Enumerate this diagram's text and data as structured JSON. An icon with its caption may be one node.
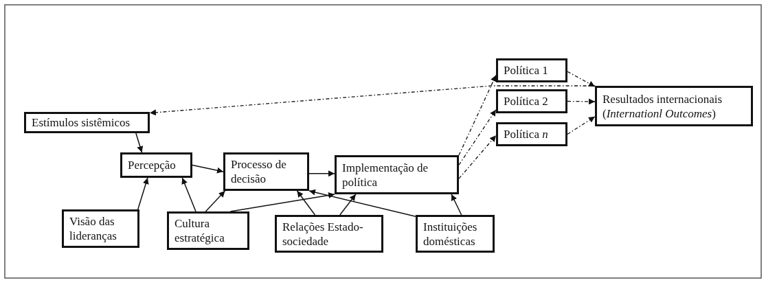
{
  "diagram": {
    "nodes": [
      {
        "text": [
          "Estímulos sistêmicos"
        ]
      },
      {
        "text": [
          "Percepção"
        ]
      },
      {
        "text": [
          "Processo de decisão"
        ]
      },
      {
        "text": [
          "Implementação de política"
        ]
      },
      {
        "text": [
          "Visão das lideranças"
        ]
      },
      {
        "text": [
          "Cultura estratégica"
        ]
      },
      {
        "text": [
          "Relações Estado-sociedade"
        ]
      },
      {
        "text": [
          "Instituições domésticas"
        ]
      },
      {
        "text": [
          "Política 1"
        ]
      },
      {
        "text": [
          "Política 2"
        ]
      },
      {
        "text": [
          "Política *n*"
        ]
      },
      {
        "text": [
          "Resultados internacionais (*Internationl Outcomes*)"
        ]
      }
    ],
    "edges": [
      {
        "from": 0,
        "to": 1,
        "arrow": "to"
      },
      {
        "from": 1,
        "to": 2,
        "arrow": "to"
      },
      {
        "from": 2,
        "to": 3,
        "arrow": "to"
      },
      {
        "from": 4,
        "to": 1,
        "arrow": "to"
      },
      {
        "from": 5,
        "to": 1,
        "arrow": "to"
      },
      {
        "from": 5,
        "to": 2,
        "arrow": "to"
      },
      {
        "from": 5,
        "to": 3,
        "arrow": "to"
      },
      {
        "from": 6,
        "to": 2,
        "arrow": "to"
      },
      {
        "from": 6,
        "to": 3,
        "arrow": "to"
      },
      {
        "from": 7,
        "to": 2,
        "arrow": "to"
      },
      {
        "from": 7,
        "to": 3,
        "arrow": "to"
      },
      {
        "from": 3,
        "to": 8,
        "arrow": "to",
        "style": "dashed"
      },
      {
        "from": 3,
        "to": 9,
        "arrow": "to",
        "style": "dashed"
      },
      {
        "from": 3,
        "to": 10,
        "arrow": "to",
        "style": "dashed"
      },
      {
        "from": 8,
        "to": 11,
        "arrow": "to",
        "style": "dashed"
      },
      {
        "from": 9,
        "to": 11,
        "arrow": "to",
        "style": "dashed"
      },
      {
        "from": 10,
        "to": 11,
        "arrow": "to",
        "style": "dashed"
      },
      {
        "from": 11,
        "to": 0,
        "arrow": "to",
        "style": "dashed"
      }
    ]
  }
}
